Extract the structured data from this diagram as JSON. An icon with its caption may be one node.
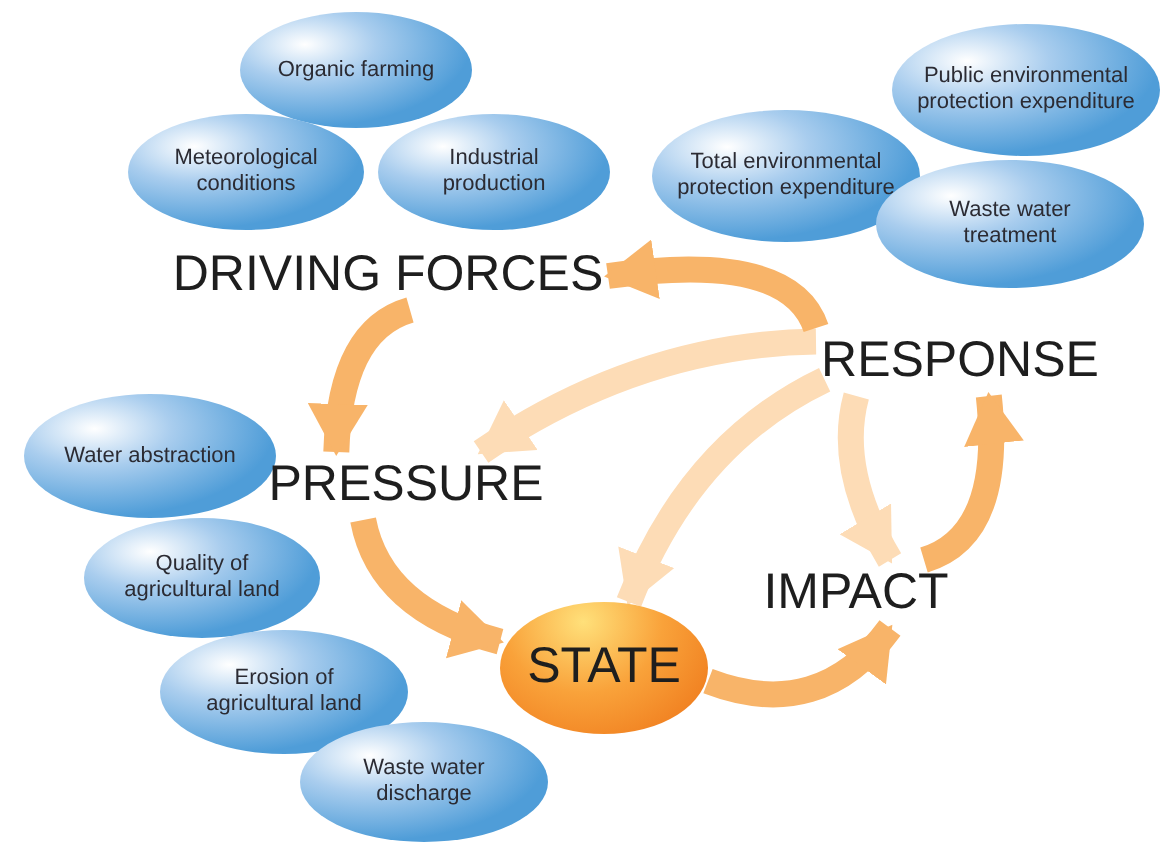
{
  "diagram": {
    "nodes": [
      {
        "text": [
          "Organic farming"
        ]
      },
      {
        "text": [
          "Meteorological conditions"
        ]
      },
      {
        "text": [
          "Industrial production"
        ]
      },
      {
        "text": [
          "Public environmental protection expenditure"
        ]
      },
      {
        "text": [
          "Total environmental protection expenditure"
        ]
      },
      {
        "text": [
          "Waste water treatment"
        ]
      },
      {
        "text": [
          "DRIVING FORCES"
        ]
      },
      {
        "text": [
          "RESPONSE"
        ]
      },
      {
        "text": [
          "Water abstraction"
        ]
      },
      {
        "text": [
          "PRESSURE"
        ]
      },
      {
        "text": [
          "Quality of agricultural land"
        ]
      },
      {
        "text": [
          "IMPACT"
        ]
      },
      {
        "text": [
          "Erosion of agricultural land"
        ]
      },
      {
        "text": [
          "STATE"
        ]
      },
      {
        "text": [
          "Waste water discharge"
        ]
      }
    ],
    "edges": [
      {
        "from": 7,
        "to": 9,
        "arrow": "to",
        "color": "#fddcb6"
      },
      {
        "from": 7,
        "to": 13,
        "arrow": "to",
        "color": "#fddcb6"
      },
      {
        "from": 7,
        "to": 11,
        "arrow": "to",
        "color": "#fddcb6"
      },
      {
        "from": 7,
        "to": 6,
        "arrow": "to"
      },
      {
        "from": 6,
        "to": 9,
        "arrow": "to"
      },
      {
        "from": 9,
        "to": 13,
        "arrow": "to"
      },
      {
        "from": 13,
        "to": 11,
        "arrow": "to"
      },
      {
        "from": 11,
        "to": 7,
        "arrow": "to"
      }
    ]
  }
}
